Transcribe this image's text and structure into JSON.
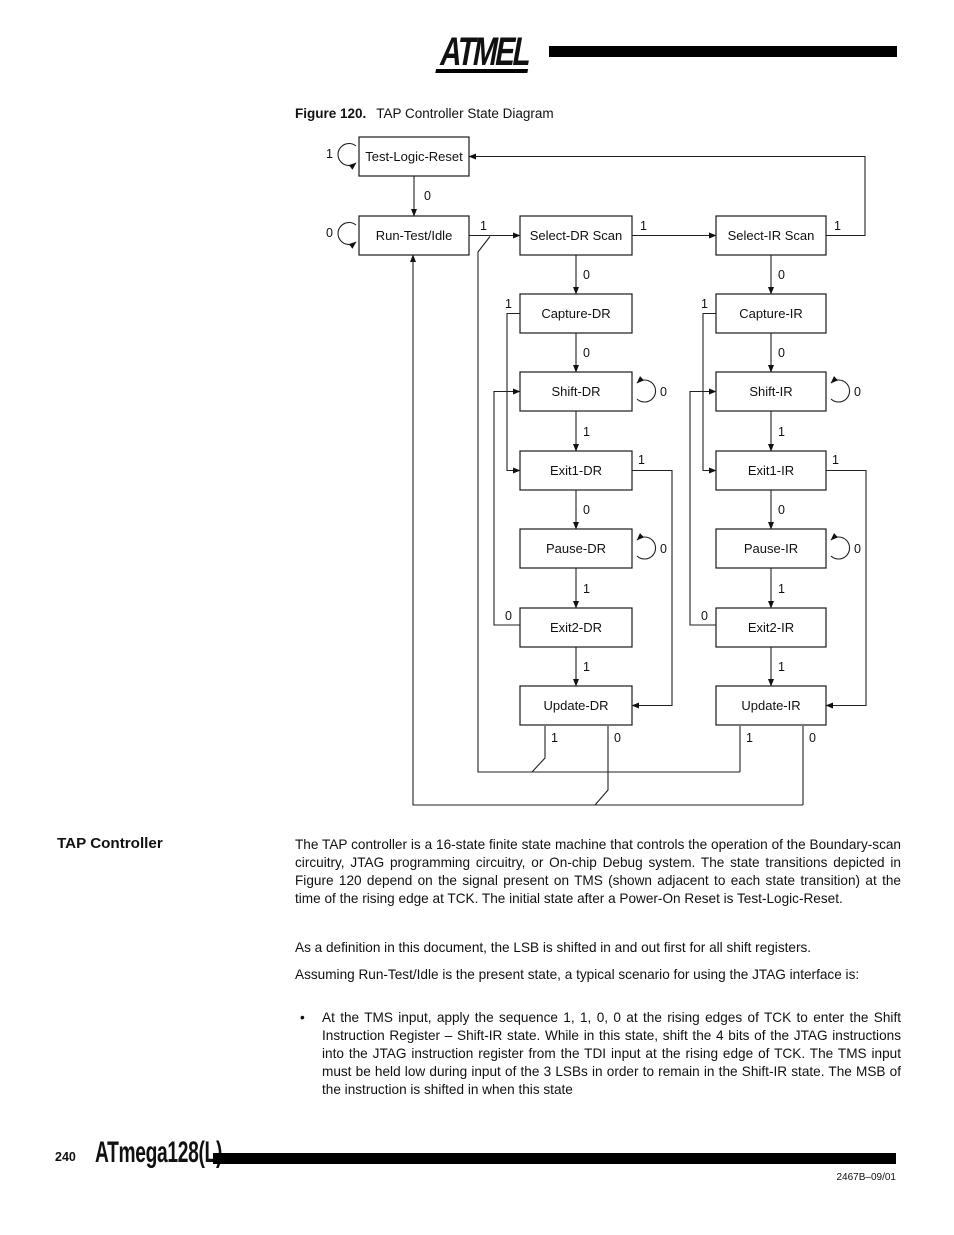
{
  "header": {
    "logo_text": "ATMEL"
  },
  "figure": {
    "caption_label": "Figure 120.",
    "caption_title": "TAP Controller State Diagram"
  },
  "diagram": {
    "tms0": "0",
    "tms1": "1",
    "states": {
      "test_logic_reset": "Test-Logic-Reset",
      "run_test_idle": "Run-Test/Idle",
      "select_dr_scan": "Select-DR Scan",
      "capture_dr": "Capture-DR",
      "shift_dr": "Shift-DR",
      "exit1_dr": "Exit1-DR",
      "pause_dr": "Pause-DR",
      "exit2_dr": "Exit2-DR",
      "update_dr": "Update-DR",
      "select_ir_scan": "Select-IR Scan",
      "capture_ir": "Capture-IR",
      "shift_ir": "Shift-IR",
      "exit1_ir": "Exit1-IR",
      "pause_ir": "Pause-IR",
      "exit2_ir": "Exit2-IR",
      "update_ir": "Update-IR"
    }
  },
  "section": {
    "heading": "TAP Controller",
    "paragraphs": [
      "The TAP controller is a 16-state finite state machine that controls the operation of the Boundary-scan circuitry, JTAG programming circuitry, or On-chip Debug system. The state transitions depicted in Figure 120 depend on the signal present on TMS (shown adjacent to each state transition) at the time of the rising edge at TCK. The initial state after a Power-On Reset is Test-Logic-Reset.",
      "As a definition in this document, the LSB is shifted in and out first for all shift registers.",
      "Assuming Run-Test/Idle is the present state, a typical scenario for using the JTAG interface is:"
    ],
    "bullet_marker": "•",
    "bullets": [
      "At the TMS input, apply the sequence 1, 1, 0, 0 at the rising edges of TCK to enter the Shift Instruction Register – Shift-IR state. While in this state, shift the 4 bits of the JTAG instructions into the JTAG instruction register from the TDI input at the rising edge of TCK. The TMS input must be held low during input of the 3 LSBs in order to remain in the Shift-IR state. The MSB of the instruction is shifted in when this state"
    ]
  },
  "footer": {
    "page_number": "240",
    "doc_title": "ATmega128(L)",
    "doc_code": "2467B–09/01"
  }
}
